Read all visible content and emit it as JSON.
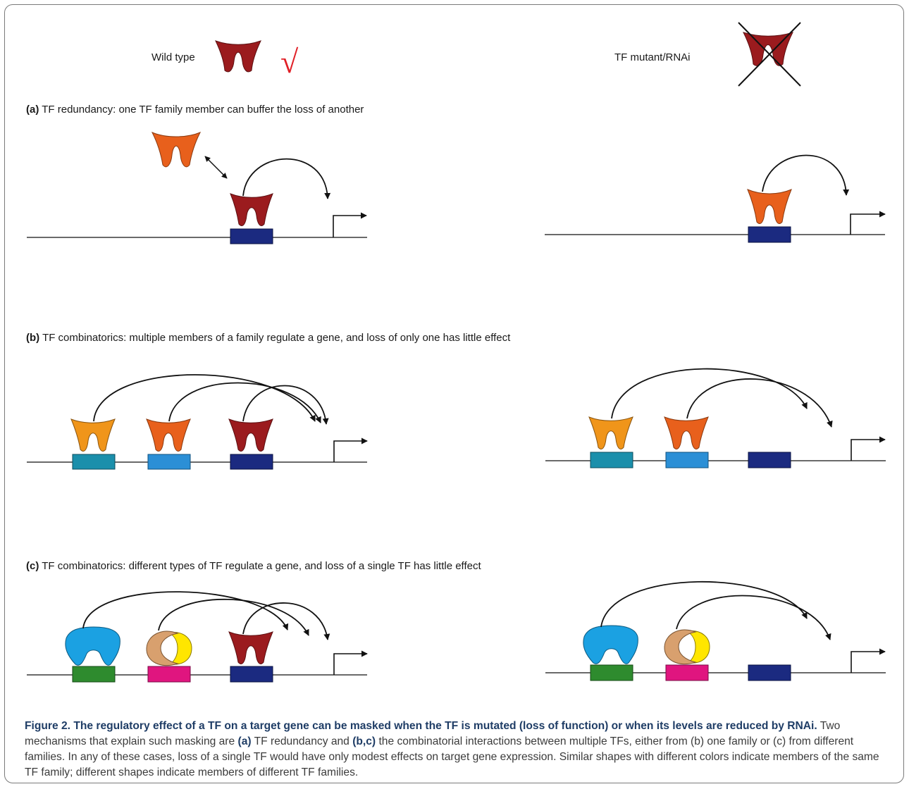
{
  "legend": {
    "wild_type": "Wild type",
    "tf_mutant": "TF mutant/RNAi",
    "check_mark": "√"
  },
  "panels": {
    "a": {
      "letter": "(a)",
      "title": "TF redundancy: one TF family member can buffer the loss of another"
    },
    "b": {
      "letter": "(b)",
      "title": "TF combinatorics: multiple members of a family regulate a gene, and loss of only one has little effect"
    },
    "c": {
      "letter": "(c)",
      "title": "TF combinatorics: different types of TF regulate a gene, and loss of a single TF has little effect"
    }
  },
  "caption": {
    "title": "Figure 2. The regulatory effect of a TF on a target gene can be masked when the TF is mutated (loss of function) or when its levels are reduced by RNAi.",
    "t1": " Two mechanisms that explain such masking are ",
    "b1": "(a)",
    "t2": " TF redundancy and ",
    "b2": "(b,c)",
    "t3": " the combinatorial interactions between multiple TFs, either from (b) one family or (c) from different families. In any of these cases, loss of a single TF would have only modest effects on target gene expression. Similar shapes with different colors indicate members of the same TF family; different shapes indicate members of different TF families."
  },
  "colors": {
    "tf_red": "#9b1b1e",
    "tf_orange": "#e8601c",
    "tf_light_orange": "#f0951a",
    "tf_blue": "#1ba1e2",
    "tf_tan": "#d8a06e",
    "tf_yellow": "#ffe600",
    "site_navy": "#1b2a80",
    "site_teal": "#1b8fab",
    "site_blue": "#2b8fd6",
    "site_green": "#2e8b2e",
    "site_magenta": "#e0157f",
    "check_red": "#e01f26"
  },
  "icons": {
    "tf_family": "v-shaped-tf-icon",
    "tf_blob": "blob-tf-icon",
    "tf_crescent": "crescent-tf-icon",
    "promoter": "promoter-arrow-icon",
    "knockout": "cross-icon"
  }
}
